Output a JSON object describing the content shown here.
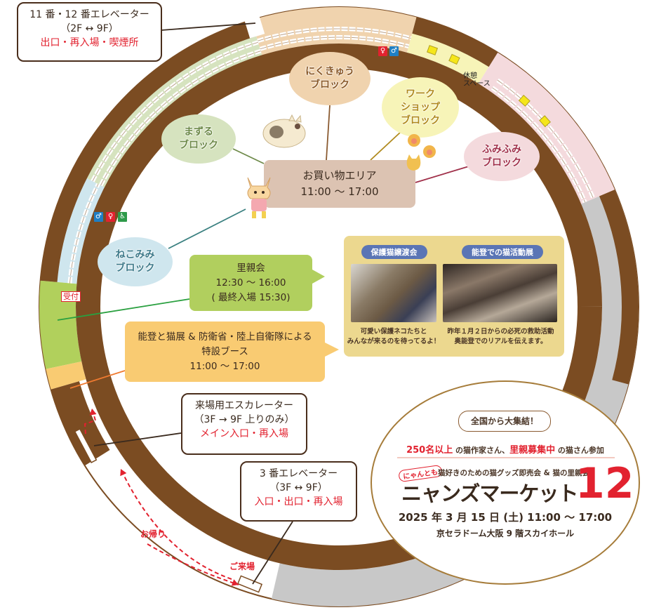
{
  "colors": {
    "ring_brown": "#7b4c22",
    "zone_masuru": "#d6e3bf",
    "zone_nekomimi": "#cfe6ee",
    "zone_satooya": "#b1d05c",
    "zone_special": "#f9cb72",
    "zone_nikukyu": "#f0d3ae",
    "zone_workshop": "#f7f4b8",
    "zone_fumifumi": "#f4dadd",
    "zone_closed": "#c8c8c8",
    "accent_red": "#e2222f",
    "pill_blue": "#5a75b5"
  },
  "callouts": {
    "elevator_11_12": {
      "title": "11 番・12 番エレベーター",
      "floors": "（2F ↔ 9F）",
      "note": "出口・再入場・喫煙所"
    },
    "escalator": {
      "title": "来場用エスカレーター",
      "floors": "（3F → 9F 上りのみ）",
      "note": "メイン入口・再入場"
    },
    "elevator_3": {
      "title": "3 番エレベーター",
      "floors": "（3F ↔ 9F）",
      "note": "入口・出口・再入場"
    }
  },
  "blocks": {
    "nikukyu": {
      "line1": "にくきゅう",
      "line2": "ブロック"
    },
    "workshop": {
      "line1": "ワーク",
      "line2": "ショップ",
      "line3": "ブロック"
    },
    "masuru": {
      "line1": "まずる",
      "line2": "ブロック"
    },
    "fumifumi": {
      "line1": "ふみふみ",
      "line2": "ブロック"
    },
    "nekomimi": {
      "line1": "ねこみみ",
      "line2": "ブロック"
    }
  },
  "shopping": {
    "title": "お買い物エリア",
    "hours": "11:00 ～ 17:00"
  },
  "satooya": {
    "title": "里親会",
    "hours": "12:30 ～ 16:00",
    "last_entry": "( 最終入場 15:30)"
  },
  "special_booth": {
    "line1": "能登と猫展 & 防衛省・陸上自衛隊による",
    "line2": "特設ブース",
    "hours": "11:00 ～ 17:00"
  },
  "photo_panel": {
    "left": {
      "label": "保護猫譲渡会",
      "caption1": "可愛い保護ネコたちと",
      "caption2": "みんなが来るのを待ってるよ！"
    },
    "right": {
      "label": "能登での猫活動展",
      "caption1": "昨年１月２日からの必死の救助活動",
      "caption2": "奥能登でのリアルを伝えます。"
    }
  },
  "map_labels": {
    "reception": "受付",
    "rest_space_1": "休憩",
    "rest_space_2": "スペース",
    "return_route": "お帰り",
    "arrival_route": "ご来場"
  },
  "restroom_icons": [
    "male-restroom-icon",
    "female-restroom-icon",
    "accessible-restroom-icon"
  ],
  "event": {
    "bubble": "全国から大集結！",
    "highlight1": "250名以上",
    "text1": " の猫作家さん、",
    "highlight2": "里親募集中",
    "text2": " の猫さん参加",
    "brand_small": "にゃんとも",
    "tagline": "猫好きのための猫グッズ即売会 & 猫の里親会",
    "logo_name": "ニャンズマーケット",
    "logo_number": "12",
    "date": "2025 年 3 月 15 日 (土) 11:00 ～ 17:00",
    "venue": "京セラドーム大阪 9 階スカイホール"
  }
}
